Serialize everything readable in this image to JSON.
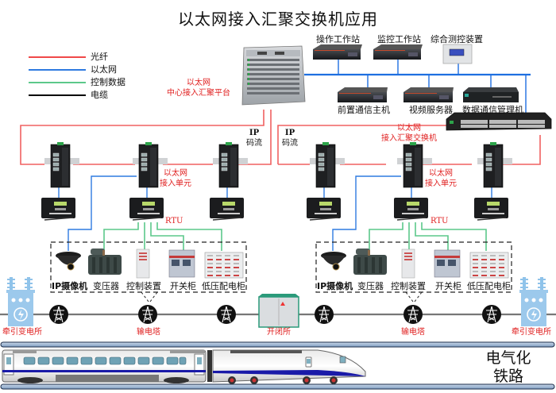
{
  "title": "以太网接入汇聚交换机应用",
  "colors": {
    "fiber": "#f04848",
    "ethernet": "#2f7be0",
    "control": "#5cc88a",
    "cable": "#000000",
    "red_label": "#e02020",
    "bus": "#1e6fe0"
  },
  "legend": [
    {
      "label": "光纤",
      "line": "fiber"
    },
    {
      "label": "以太网",
      "line": "ethernet"
    },
    {
      "label": "控制数据",
      "line": "control"
    },
    {
      "label": "电缆",
      "line": "cable"
    }
  ],
  "core": {
    "label_line1": "以太网",
    "label_line2": "中心接入汇聚平台"
  },
  "top_servers": [
    {
      "label": "操作工作站",
      "icon": "rack-server-icon"
    },
    {
      "label": "监控工作站",
      "icon": "rack-server-icon"
    },
    {
      "label": "综合测控装置",
      "icon": "measurement-control-device-icon"
    }
  ],
  "bottom_servers": [
    {
      "label": "前置通信主机",
      "icon": "rack-server-icon"
    },
    {
      "label": "视频服务器",
      "icon": "rack-server-icon"
    },
    {
      "label": "数据通信管理机",
      "icon": "comm-manager-icon"
    }
  ],
  "ip_stream": {
    "line1": "IP",
    "line2": "码流"
  },
  "aggregation_switch": {
    "line1": "以太网",
    "line2": "接入汇聚交换机"
  },
  "access_unit": {
    "line1": "以太网",
    "line2": "接入单元"
  },
  "rtu_label": "RTU",
  "field_devices": [
    {
      "label": "IP摄像机",
      "icon": "ip-camera-icon"
    },
    {
      "label": "变压器",
      "icon": "transformer-icon"
    },
    {
      "label": "控制装置",
      "icon": "control-cabinet-icon"
    },
    {
      "label": "开关柜",
      "icon": "switchgear-icon"
    },
    {
      "label": "低压配电柜",
      "icon": "low-voltage-cabinet-icon"
    }
  ],
  "power_line": {
    "substation": "牵引变电所",
    "tower": "输电塔",
    "switching_station": "开闭所"
  },
  "railway": {
    "line1": "电气化",
    "line2": "铁路"
  }
}
